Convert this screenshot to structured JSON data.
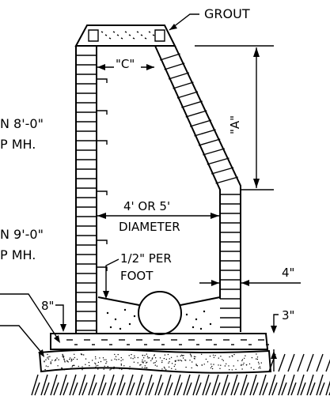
{
  "labels": {
    "grout": "GROUT",
    "dim_c": "\"C\"",
    "dim_a": "\"A\"",
    "diameter_line1": "4' OR 5'",
    "diameter_line2": "DIAMETER",
    "slope_line1": "1/2\" PER",
    "slope_line2": "FOOT",
    "dim_4": "4\"",
    "dim_3": "3\"",
    "dim_8": "8\"",
    "note1_line1": "N 8'-0\"",
    "note1_line2": "P MH.",
    "note2_line1": "N 9'-0\"",
    "note2_line2": "P MH."
  }
}
